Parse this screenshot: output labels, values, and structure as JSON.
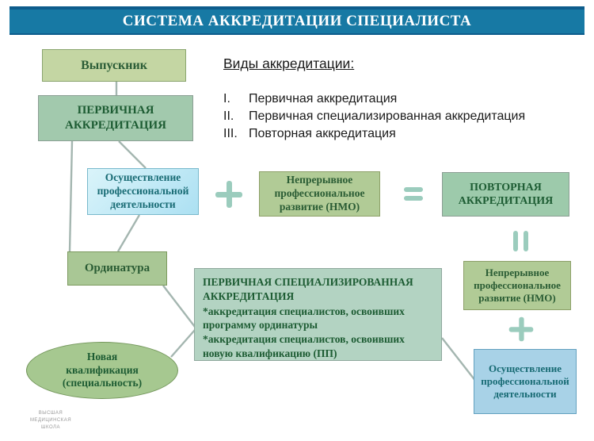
{
  "header": {
    "title": "СИСТЕМА АККРЕДИТАЦИИ СПЕЦИАЛИСТА"
  },
  "vidy": {
    "heading": "Виды аккредитации:",
    "items": [
      {
        "numeral": "I.",
        "label": "Первичная аккредитация"
      },
      {
        "numeral": "II.",
        "label": "Первичная специализированная аккредитация"
      },
      {
        "numeral": "III.",
        "label": "Повторная аккредитация"
      }
    ]
  },
  "boxes": {
    "graduate": "Выпускник",
    "primary_accreditation": "ПЕРВИЧНАЯ АККРЕДИТАЦИЯ",
    "professional_activity_left": "Осуществление профессиональной деятельности",
    "cme_middle": "Непрерывное профессиональное развитие (НМО)",
    "repeat_accreditation": "ПОВТОРНАЯ АККРЕДИТАЦИЯ",
    "residency": "Ординатура",
    "primary_specialized": {
      "title": "ПЕРВИЧНАЯ СПЕЦИАЛИЗИРОВАННАЯ АККРЕДИТАЦИЯ",
      "bullet1": "*аккредитация специалистов, освоивших программу ординатуры",
      "bullet2": "*аккредитация специалистов, освоивших новую квалификацию (ПП)"
    },
    "new_qualification": "Новая квалификация (специальность)",
    "cme_right": "Непрерывное профессиональное развитие (НМО)",
    "professional_activity_right": "Осуществление профессиональной деятельности"
  },
  "symbols": {
    "plus": "plus-sign",
    "equals": "equals-sign",
    "parallel": "double-bar-equals"
  },
  "logo": {
    "line1": "ВЫСШАЯ",
    "line2": "МЕДИЦИНСКАЯ",
    "line3": "ШКОЛА"
  },
  "colors": {
    "header_bg": "#1779a4",
    "header_border": "#0d5c8c",
    "green_light": "#c4d6a3",
    "green_sage": "#a2c9ad",
    "green_olive": "#b1cb96",
    "green_pale": "#b3d3c2",
    "blue_light": "#a8d2e7",
    "blue_gradient": "#ace0f2",
    "text_green": "#1d5c33",
    "text_teal": "#186b74",
    "symbol_teal": "#9bccbd",
    "connector": "#a4b6b0"
  }
}
